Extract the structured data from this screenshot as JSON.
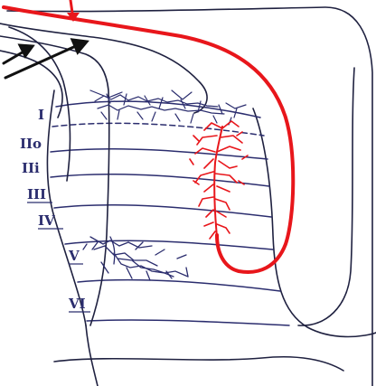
{
  "diagram": {
    "layers": [
      {
        "key": "I",
        "label": "I"
      },
      {
        "key": "IIa",
        "label": "IIo"
      },
      {
        "key": "IIi",
        "label": "IIi"
      },
      {
        "key": "III",
        "label": "III"
      },
      {
        "key": "IV",
        "label": "IV"
      },
      {
        "key": "V",
        "label": "V"
      },
      {
        "key": "VI",
        "label": "VI"
      }
    ],
    "colors": {
      "ink": "#2b2d6e",
      "outline": "#1f2140",
      "highlight": "#e8161b",
      "arrow": "#111111",
      "background": "#ffffff"
    }
  }
}
